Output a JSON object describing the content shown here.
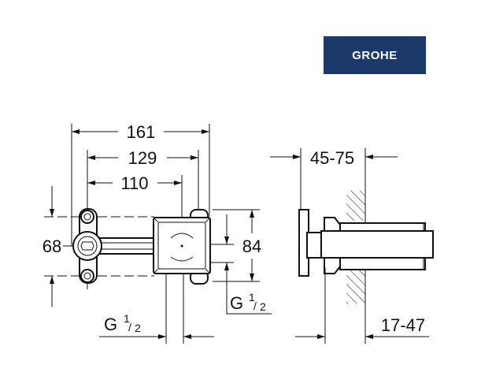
{
  "logo": {
    "text": "GROHE",
    "background": "#1b3a6b",
    "color": "#ffffff"
  },
  "front_view": {
    "dim_overall_width": "161",
    "dim_flange_spacing": "129",
    "dim_center_offset": "110",
    "dim_flange_height": "68",
    "dim_box_height": "84",
    "thread_outlet": {
      "main": "G",
      "num": "1",
      "den": "2"
    },
    "thread_inlet": {
      "main": "G",
      "num": "1",
      "den": "2"
    }
  },
  "side_view": {
    "dim_wall_depth": "45-75",
    "dim_projection": "17-47"
  }
}
